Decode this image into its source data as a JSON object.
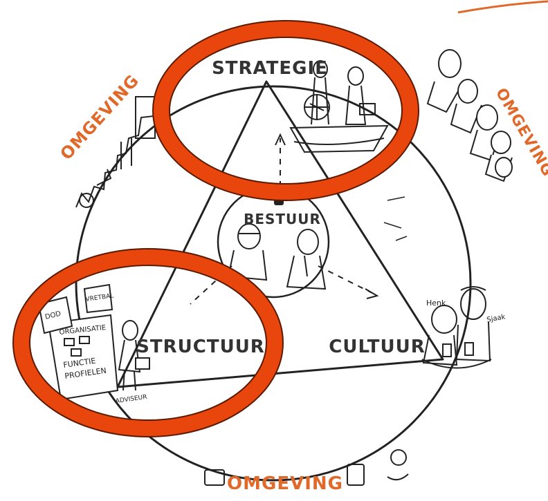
{
  "diagram": {
    "labels": {
      "strategie": "STRATEGIE",
      "bestuur": "BESTUUR",
      "structuur": "STRUCTUUR",
      "cultuur": "CULTUUR",
      "omgeving_left": "OMGEVING",
      "omgeving_right": "OMGEVING",
      "omgeving_bottom": "OMGEVING"
    },
    "structure_doc": {
      "tab_left": "DOD",
      "tab_right": "VRETBAL",
      "organisatie": "ORGANISATIE",
      "functie": "FUNCTIE",
      "profielen": "PROFIELEN"
    },
    "people": {
      "adviseur": "ADVISEUR",
      "henk": "Henk",
      "sjaak": "Sjaak"
    },
    "colors": {
      "ink": "#222222",
      "accent_orange": "#e0692a",
      "highlight_ring": "#e8460c",
      "ring_outline": "#5a1a00"
    }
  }
}
